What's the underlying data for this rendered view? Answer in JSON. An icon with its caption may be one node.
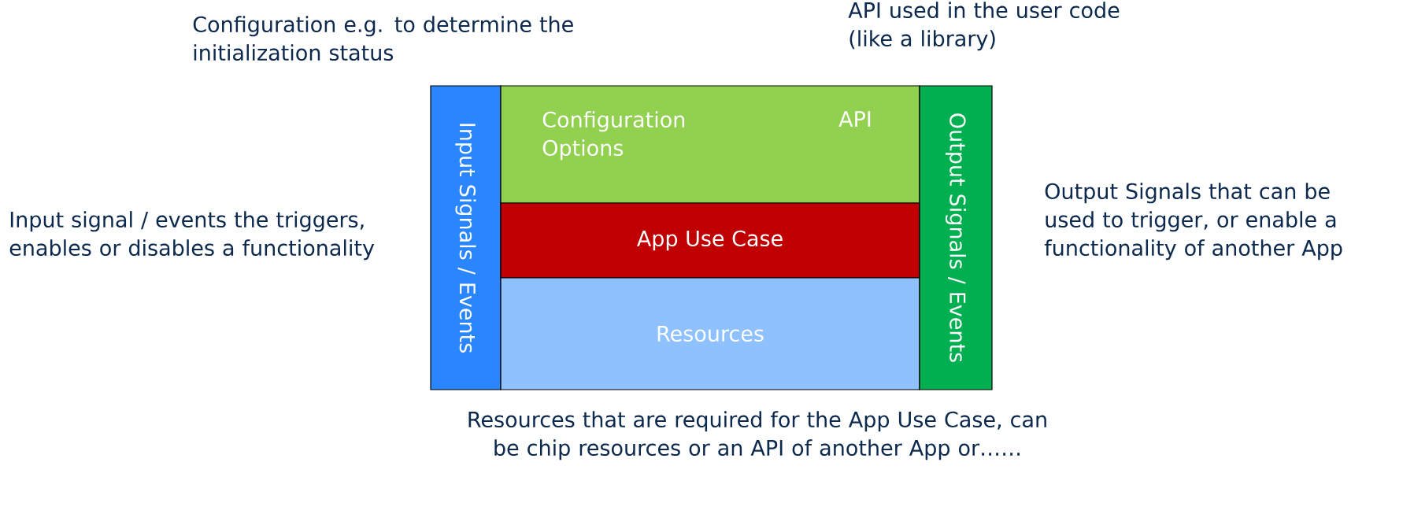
{
  "diagram": {
    "nodes": [
      {
        "text": [
          "Input Signals / Events"
        ]
      },
      {
        "text": [
          "Configuration Options",
          "API"
        ]
      },
      {
        "text": [
          "App Use Case"
        ]
      },
      {
        "text": [
          "Resources"
        ]
      },
      {
        "text": [
          "Output Signals / Events"
        ]
      }
    ],
    "labels": [
      "Configuration e.g. to determine the initialization status",
      "API used in the user code (like a library)",
      "Input signal / events the triggers, enables or disables a functionality",
      "Output Signals that can be used to trigger, or enable a functionality of another App",
      "Resources that are required for the App Use Case, can be chip resources or an API of another App or……"
    ]
  }
}
